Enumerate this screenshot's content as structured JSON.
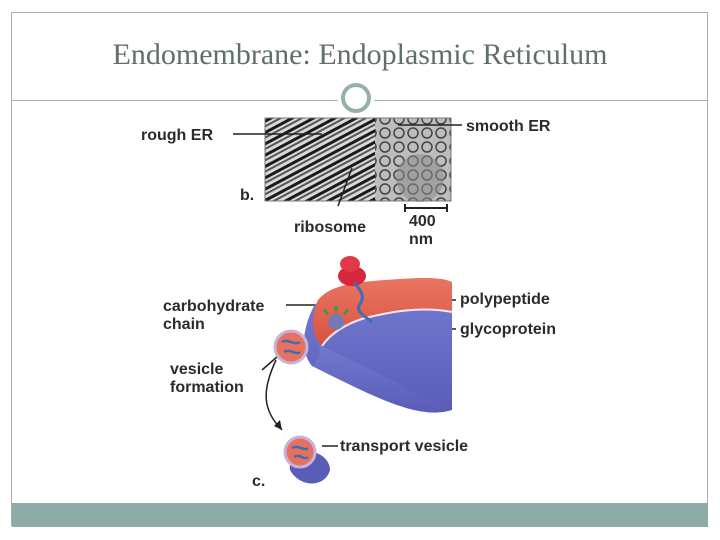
{
  "slide": {
    "title": "Endomembrane:  Endoplasmic Reticulum"
  },
  "diagram": {
    "labels": {
      "rough_er": "rough ER",
      "smooth_er": "smooth ER",
      "panel_b": "b.",
      "scale_value": "400",
      "scale_unit": "nm",
      "ribosome": "ribosome",
      "polypeptide": "polypeptide",
      "carbohydrate_line1": "carbohydrate",
      "carbohydrate_line2": "chain",
      "glycoprotein": "glycoprotein",
      "vesicle_line1": "vesicle",
      "vesicle_line2": "formation",
      "transport_vesicle": "transport vesicle",
      "panel_c": "c."
    },
    "colors": {
      "membrane_red": "#e0604d",
      "lumen_blue": "#6b6fc7",
      "ribosome_red": "#d8263a",
      "frame": "#9fb5b3",
      "footer": "#8eaba7"
    }
  }
}
